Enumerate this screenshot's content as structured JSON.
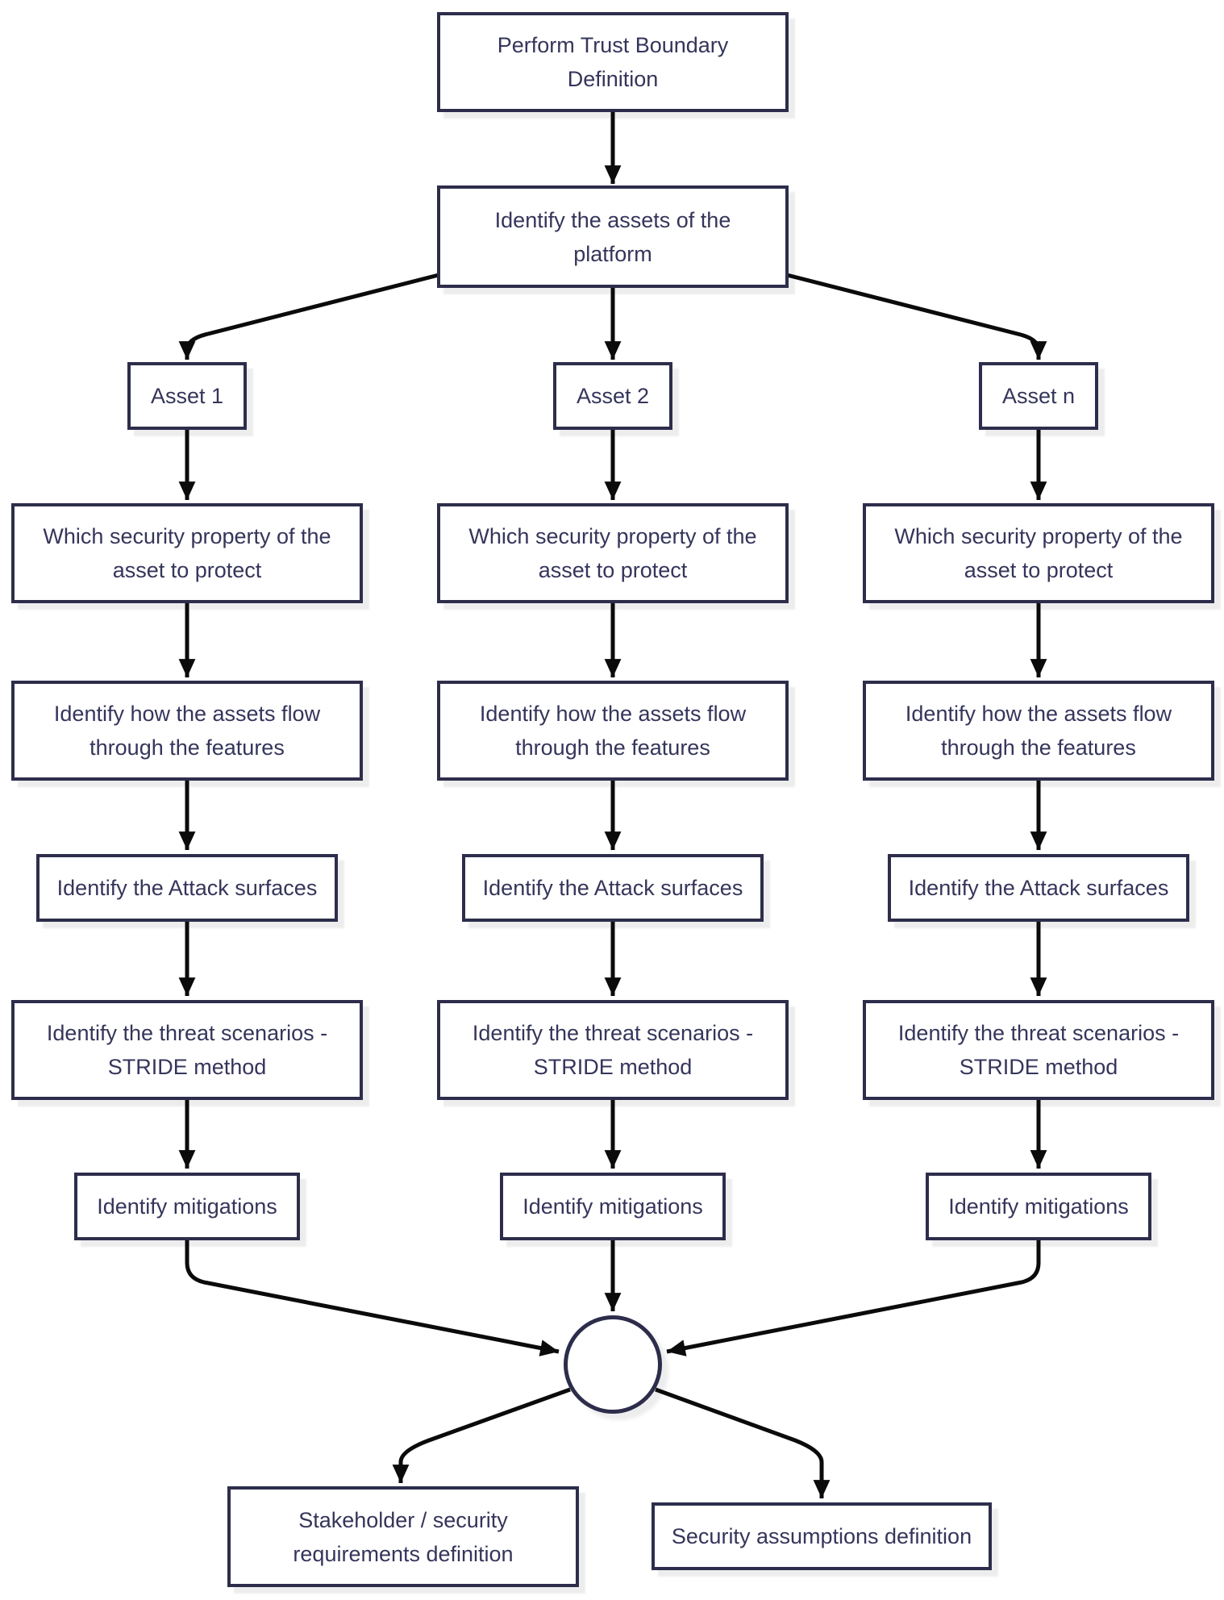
{
  "diagram": {
    "type": "flowchart",
    "top": {
      "trust_boundary": "Perform Trust Boundary Definition",
      "identify_assets": "Identify the assets of the platform"
    },
    "columns": [
      {
        "asset": "Asset 1"
      },
      {
        "asset": "Asset 2"
      },
      {
        "asset": "Asset n"
      }
    ],
    "steps": {
      "security_property": "Which security property of the asset to protect",
      "asset_flow": "Identify how the assets flow through the features",
      "attack_surfaces": "Identify the Attack surfaces",
      "threat_scenarios": "Identify the threat scenarios - STRIDE method",
      "mitigations": "Identify mitigations"
    },
    "outputs": {
      "stakeholder_requirements": "Stakeholder / security requirements definition",
      "security_assumptions": "Security assumptions definition"
    },
    "colors": {
      "background": "#ffffff",
      "node_fill": "#ffffff",
      "node_border": "#2d2d4b",
      "node_text": "#35355b",
      "connector": "#0b0b0b"
    }
  }
}
